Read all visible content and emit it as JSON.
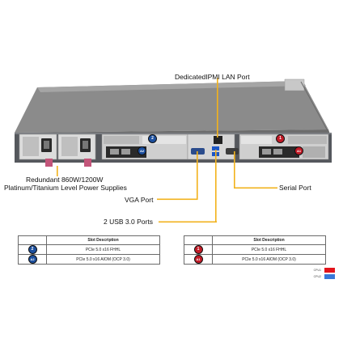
{
  "callouts": {
    "ipmi_lan": "DedicatedIPMI  LAN Port",
    "psu_line1": "Redundant  860W/1200W",
    "psu_line2": "Platinum/Titanium  Level Power Supplies",
    "vga": "VGA Port",
    "usb": "2 USB 3.0 Ports",
    "serial": "Serial Port"
  },
  "tables": {
    "left": {
      "header": "Slot Description",
      "rows": [
        {
          "badge": "2",
          "color": "blue",
          "desc": "PCIe 5.0 x16 FHHL"
        },
        {
          "badge": "A2",
          "color": "blue",
          "desc": "PCIe 5.0 x16 AIOM (OCP 3.0)"
        }
      ]
    },
    "right": {
      "header": "Slot Description",
      "rows": [
        {
          "badge": "1",
          "color": "red",
          "desc": "PCIe 5.0 x16 FHHL"
        },
        {
          "badge": "A1",
          "color": "red",
          "desc": "PCIe 5.0 x16 AIOM (OCP 3.0)"
        }
      ]
    }
  },
  "chassis_badges": {
    "slot2": "2",
    "slot_a2": "A2",
    "slot1": "1",
    "slot_a1": "A1"
  },
  "legend": [
    {
      "label": "CPU1",
      "color": "#e3131b"
    },
    {
      "label": "CPU2",
      "color": "#3a78d8"
    }
  ],
  "colors": {
    "leader": "#f2b21c",
    "chassis": "#8e8e8e",
    "badge_blue": "#1c4f9e",
    "badge_red": "#c21a26"
  }
}
